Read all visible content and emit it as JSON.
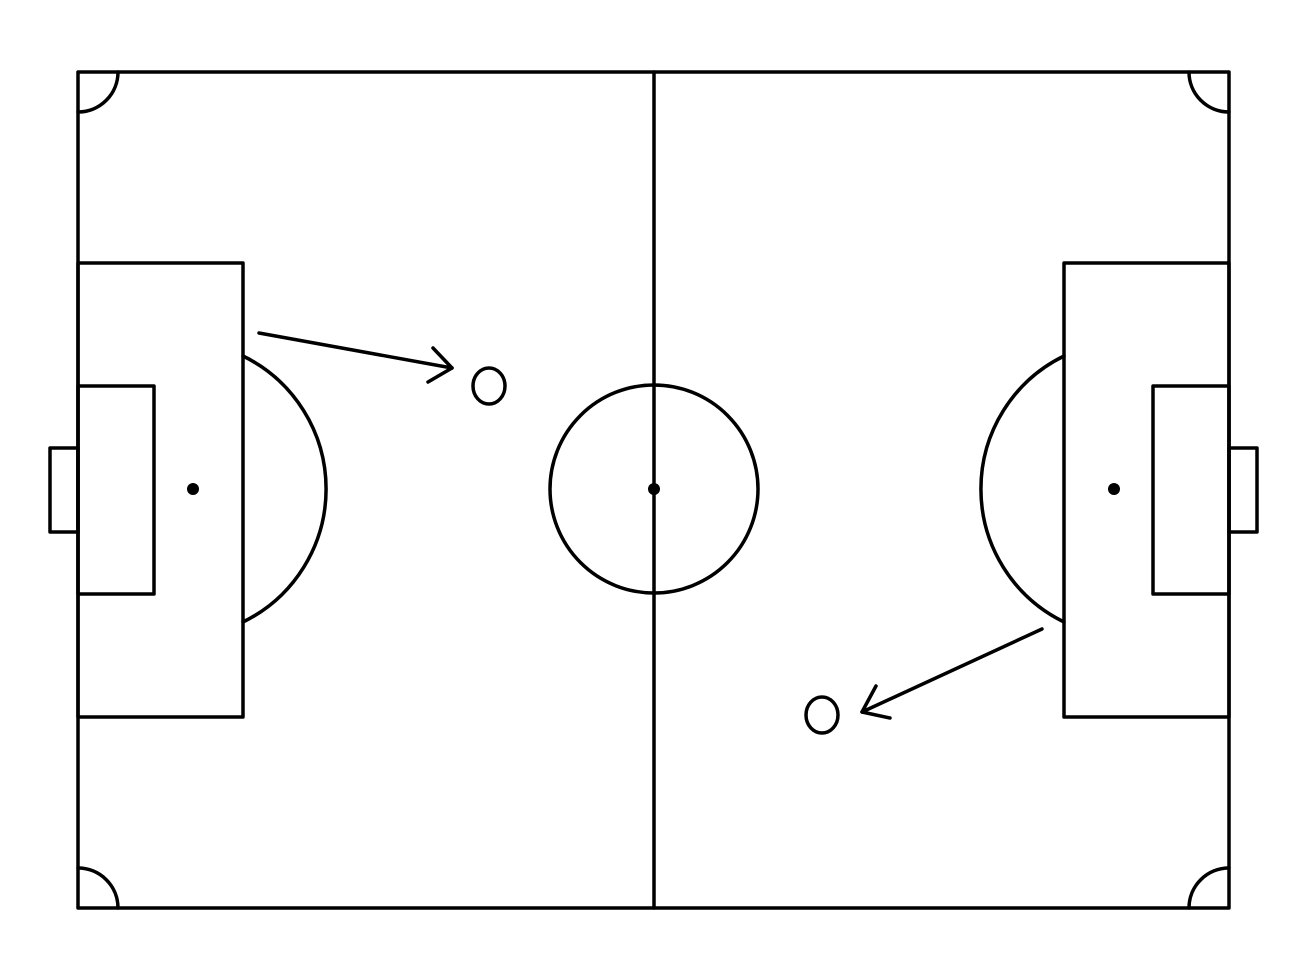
{
  "diagram": {
    "type": "soccer-pitch-tactics-board",
    "colors": {
      "line": "#000000",
      "background": "#ffffff"
    },
    "markers": [
      {
        "name": "player-marker-left",
        "shape": "circle"
      },
      {
        "name": "player-marker-right",
        "shape": "circle"
      }
    ],
    "arrows": [
      {
        "name": "pass-arrow-left",
        "from": "left-penalty-box",
        "to": "player-marker-left"
      },
      {
        "name": "pass-arrow-right",
        "from": "right-penalty-box",
        "to": "player-marker-right"
      }
    ]
  }
}
